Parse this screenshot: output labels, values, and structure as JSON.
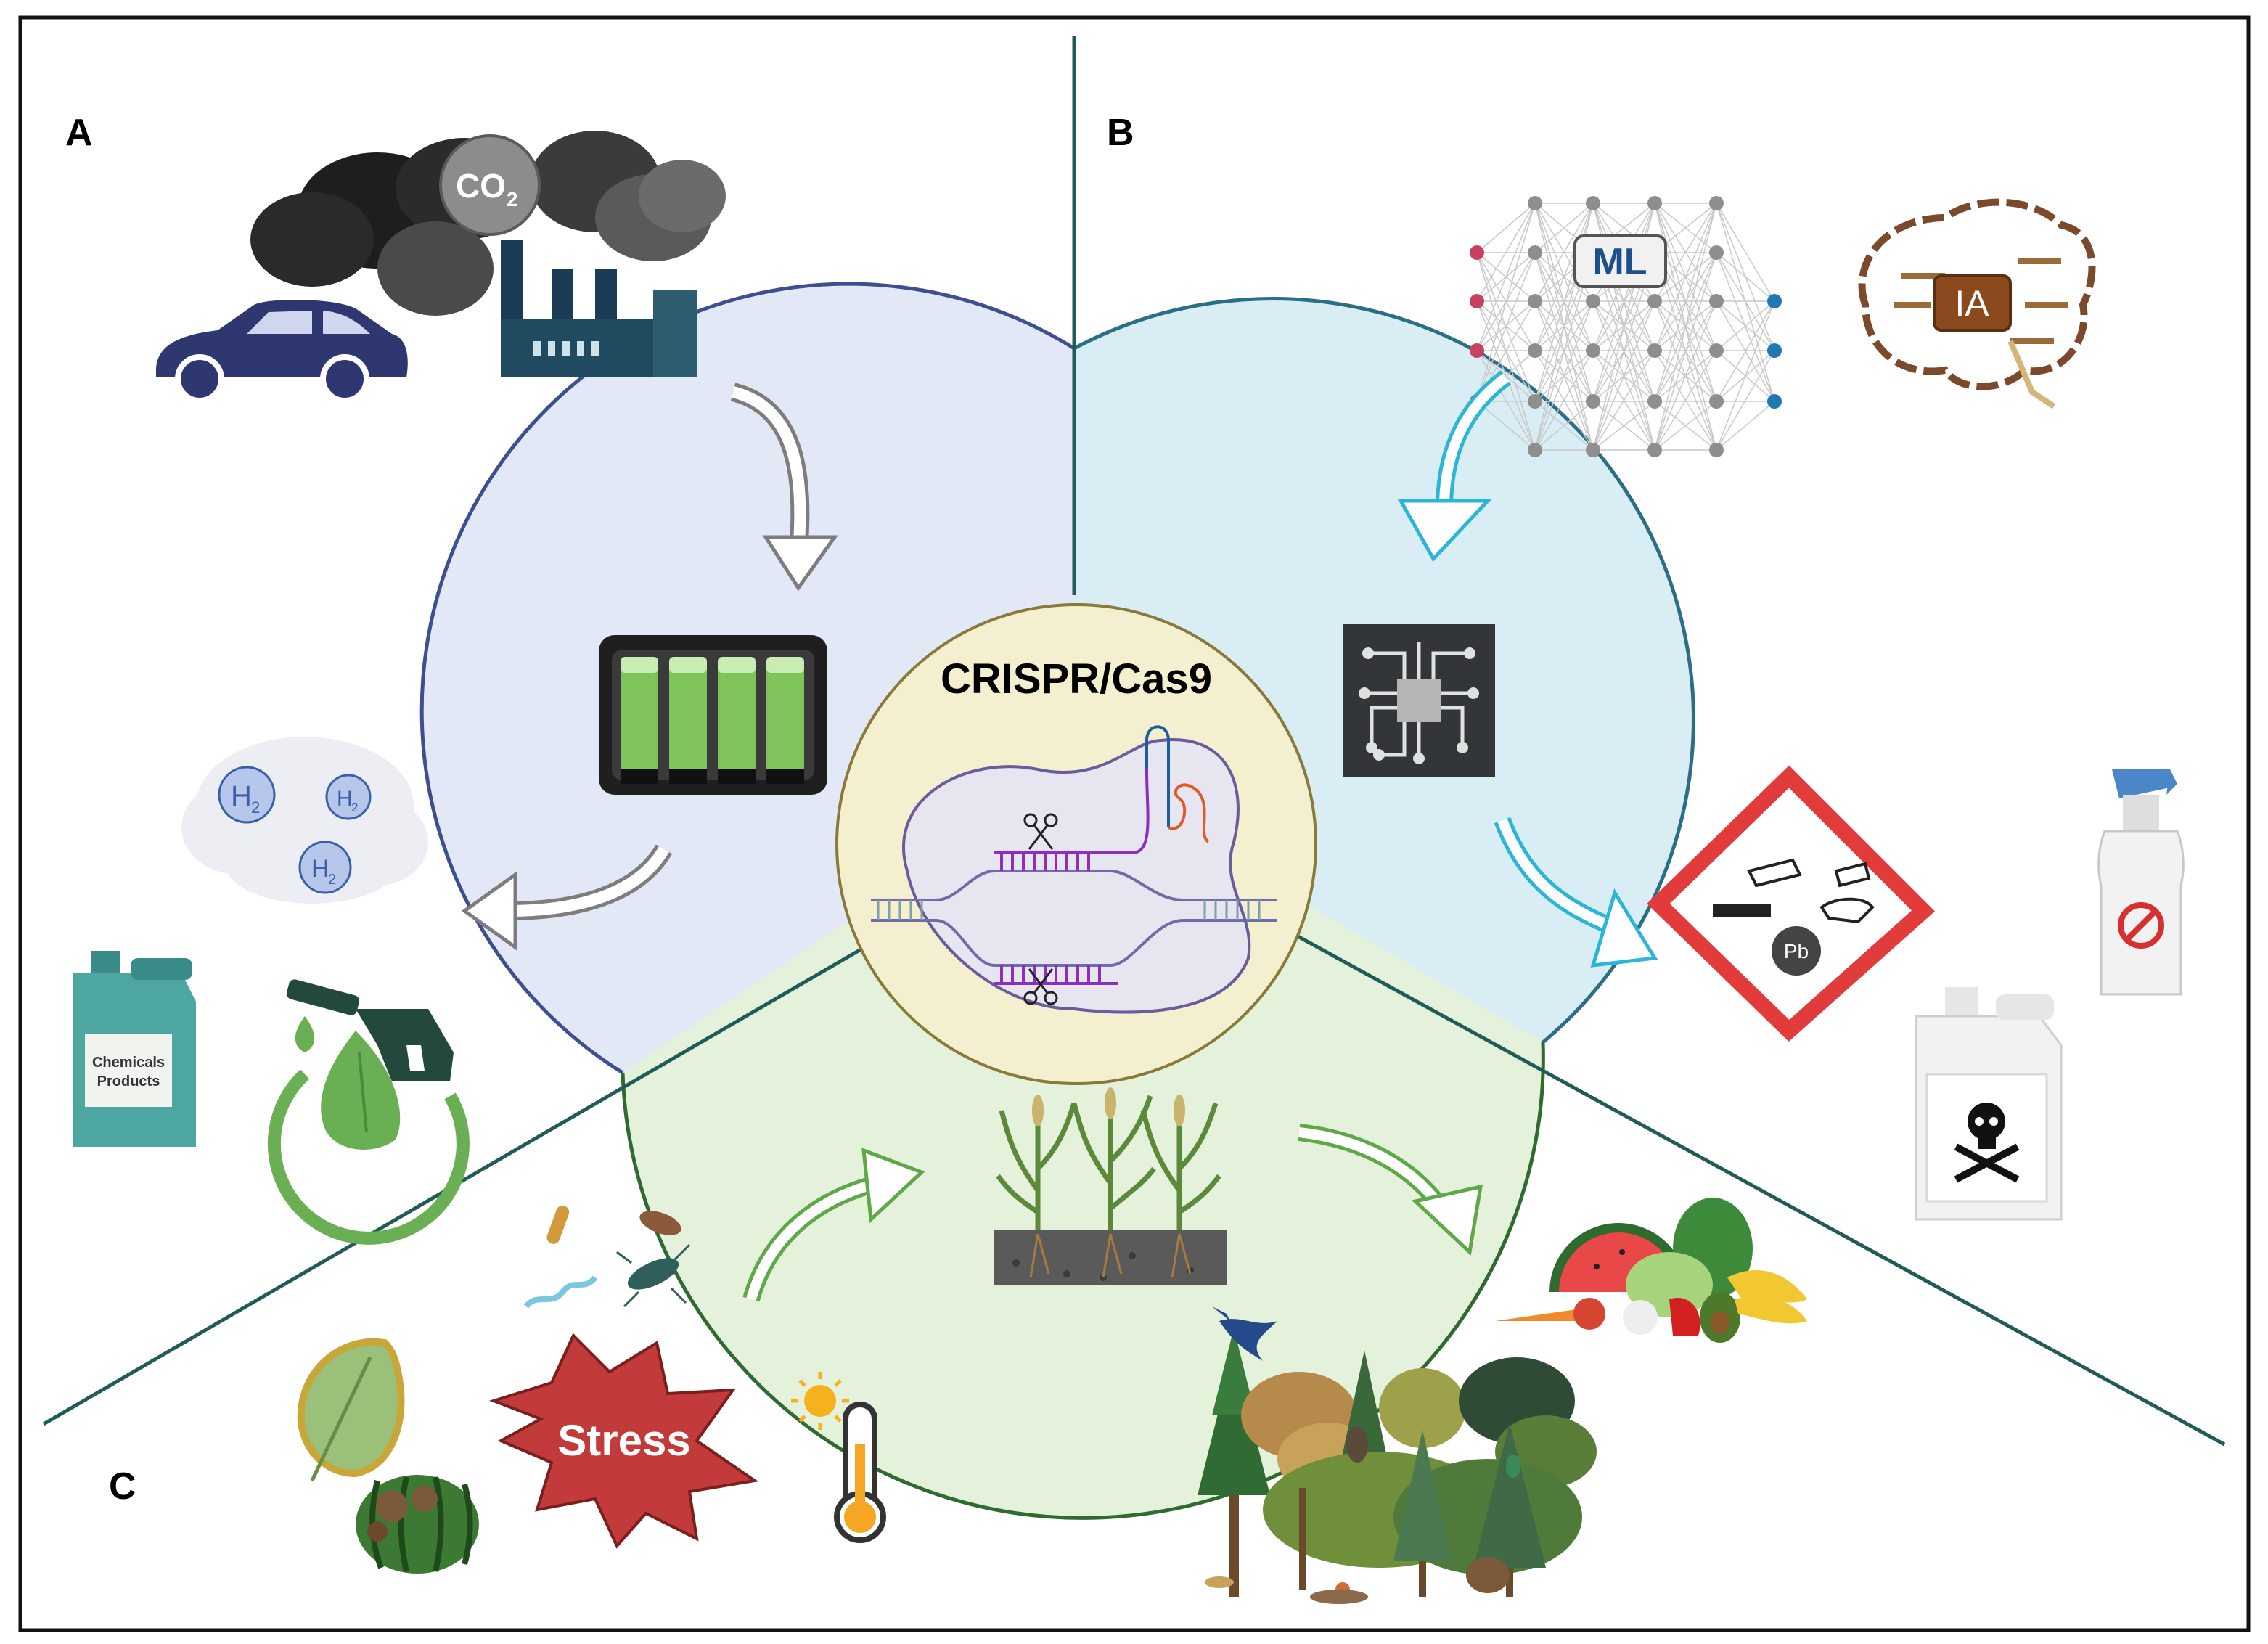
{
  "panels": {
    "a_label": "A",
    "b_label": "B",
    "c_label": "C"
  },
  "center": {
    "title": "CRISPR/Cas9"
  },
  "emissions": {
    "co2_main": "CO",
    "co2_sub": "2"
  },
  "hydrogen": {
    "label_main": "H",
    "label_sub": "2"
  },
  "chemicals": {
    "line1": "Chemicals",
    "line2": "Products"
  },
  "computing": {
    "ml_label": "ML",
    "ia_label": "IA"
  },
  "hazard": {
    "pb_label": "Pb"
  },
  "stress": {
    "label": "Stress"
  },
  "colors": {
    "sector_a": "#e3e8f6",
    "sector_b": "#d9edf4",
    "sector_c": "#e4f2dc",
    "center_fill": "#f3efcf",
    "ring_a": "#3d4f8f",
    "ring_b": "#2a6f86",
    "ring_c": "#2f6a2e",
    "divider": "#1f5c57",
    "arrow_gray": "#7d7d7d",
    "arrow_cyan": "#2bb6d8",
    "arrow_green": "#5ea848",
    "hazard_red": "#e23b3b"
  }
}
